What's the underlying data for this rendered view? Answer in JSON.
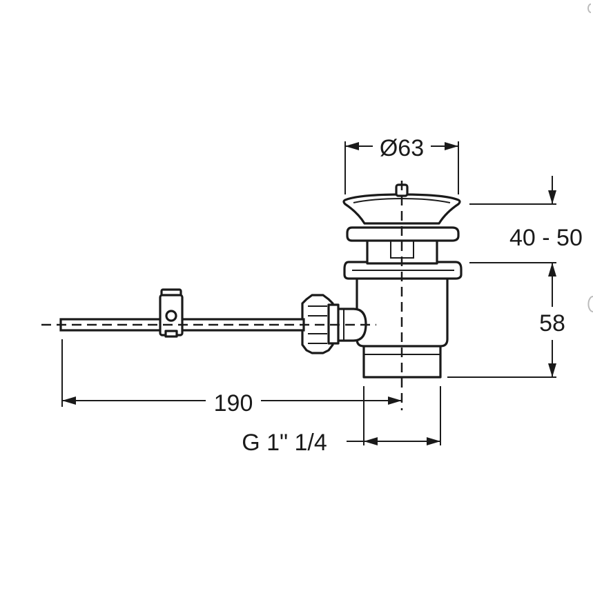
{
  "dimensions": {
    "diameter": "Ø63",
    "height_range": "40 - 50",
    "height": "58",
    "length": "190",
    "thread": "G 1\" 1/4"
  },
  "colors": {
    "line": "#1a1a1a",
    "background": "#ffffff"
  }
}
